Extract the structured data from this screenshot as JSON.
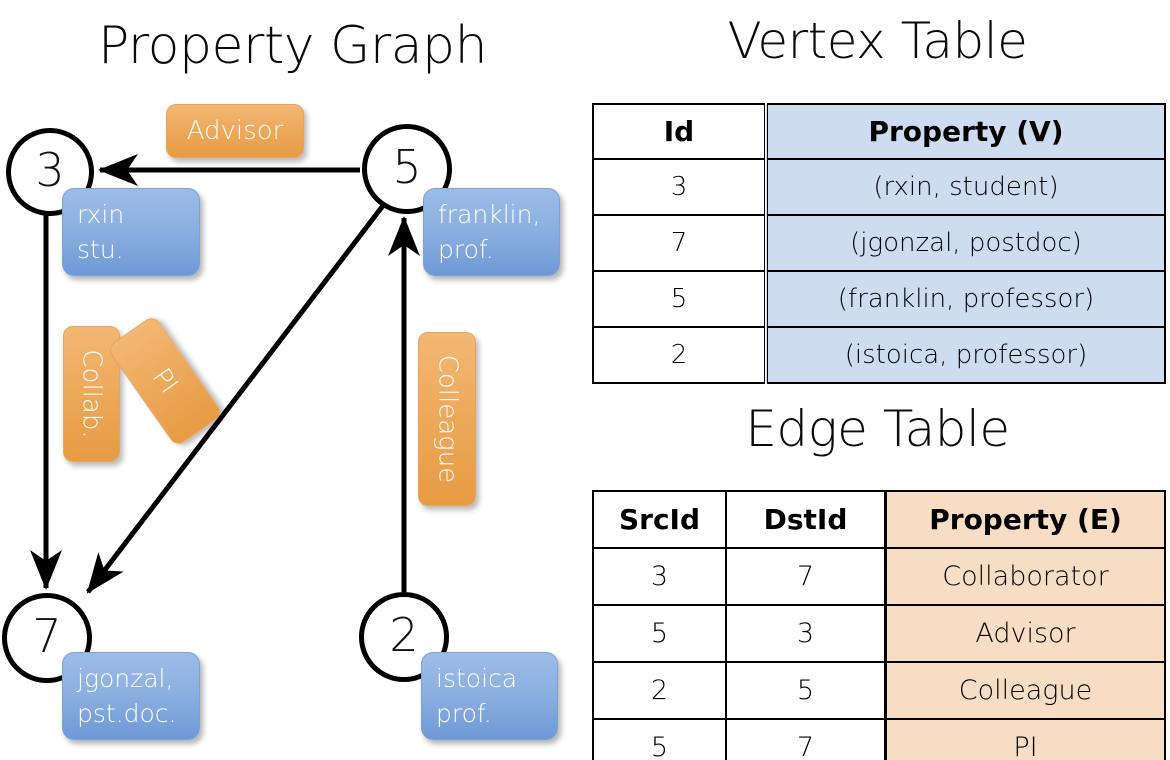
{
  "titles": {
    "property_graph": "Property Graph",
    "vertex_table": "Vertex Table",
    "edge_table": "Edge Table"
  },
  "graph": {
    "vertices": [
      {
        "id": "3",
        "prop_line1": "rxin",
        "prop_line2": "stu."
      },
      {
        "id": "5",
        "prop_line1": "franklin,",
        "prop_line2": "prof."
      },
      {
        "id": "7",
        "prop_line1": "jgonzal,",
        "prop_line2": "pst.doc."
      },
      {
        "id": "2",
        "prop_line1": "istoica",
        "prop_line2": "prof."
      }
    ],
    "edge_labels": {
      "advisor": "Advisor",
      "collab": "Collab.",
      "pi": "PI",
      "colleague": "Colleague"
    }
  },
  "vertex_table": {
    "headers": [
      "Id",
      "Property (V)"
    ],
    "rows": [
      {
        "id": "3",
        "property": "(rxin, student)"
      },
      {
        "id": "7",
        "property": "(jgonzal, postdoc)"
      },
      {
        "id": "5",
        "property": "(franklin, professor)"
      },
      {
        "id": "2",
        "property": "(istoica, professor)"
      }
    ]
  },
  "edge_table": {
    "headers": [
      "SrcId",
      "DstId",
      "Property (E)"
    ],
    "rows": [
      {
        "src": "3",
        "dst": "7",
        "property": "Collaborator"
      },
      {
        "src": "5",
        "dst": "3",
        "property": "Advisor"
      },
      {
        "src": "2",
        "dst": "5",
        "property": "Colleague"
      },
      {
        "src": "5",
        "dst": "7",
        "property": "PI"
      }
    ]
  },
  "colors": {
    "vertex_property_fill": "#8db0e0",
    "edge_property_fill": "#eeab5f",
    "vertex_table_header_fill": "#cedcf0",
    "edge_table_header_fill": "#f6ddc4",
    "stroke": "#000000"
  }
}
